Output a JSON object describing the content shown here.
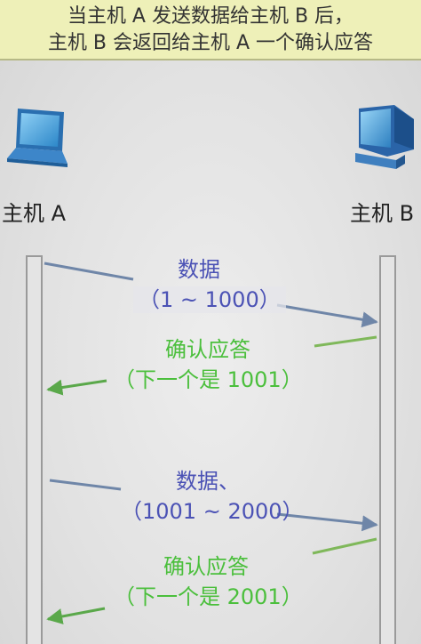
{
  "banner": {
    "line1": "当主机 A 发送数据给主机 B 后，",
    "line2": "主机 B 会返回给主机 A 一个确认应答"
  },
  "hosts": {
    "a": {
      "label": "主机 A",
      "icon": "laptop-icon"
    },
    "b": {
      "label": "主机 B",
      "icon": "desktop-computer-icon"
    }
  },
  "messages": [
    {
      "title": "数据",
      "detail": "（1 ~ 1000）"
    },
    {
      "title": "确认应答",
      "detail": "（下一个是 1001）"
    },
    {
      "title": "数据、",
      "detail": "（1001 ~ 2000）"
    },
    {
      "title": "确认应答",
      "detail": "（下一个是 2001）"
    }
  ],
  "colors": {
    "data_arrow": "#6f86a8",
    "data_text": "#4b52b5",
    "ack_arrow": "#4bbf3c",
    "ack_line": "#7fb85a",
    "banner_bg": "#eef0b8"
  }
}
